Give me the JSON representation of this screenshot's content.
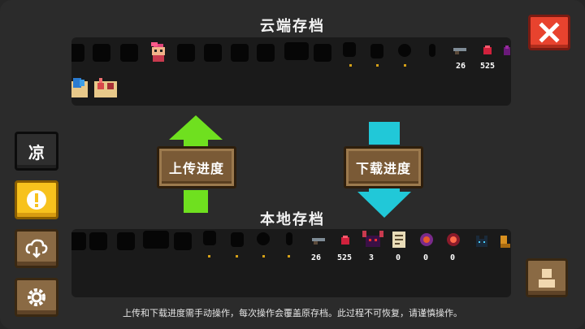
{
  "cloud_save": {
    "title": "云端存档",
    "counts": [
      "26",
      "525"
    ]
  },
  "local_save": {
    "title": "本地存档",
    "counts": [
      "26",
      "525",
      "3",
      "0",
      "0",
      "0"
    ]
  },
  "buttons": {
    "upload_label": "上传进度",
    "download_label": "下载进度",
    "side_top_label": "凉"
  },
  "footer_text": "上传和下载进度需手动操作，每次操作会覆盖原存档。此过程不可恢复，请谨慎操作。",
  "colors": {
    "upload_arrow": "#6fe01f",
    "download_arrow": "#21c8d8",
    "close_button": "#e8432e",
    "alert_button": "#f7c21d"
  },
  "icons": {
    "close": "close-icon",
    "alert": "exclamation-icon",
    "cloud": "cloud-download-icon",
    "settings": "gear-icon",
    "profile": "person-icon"
  }
}
